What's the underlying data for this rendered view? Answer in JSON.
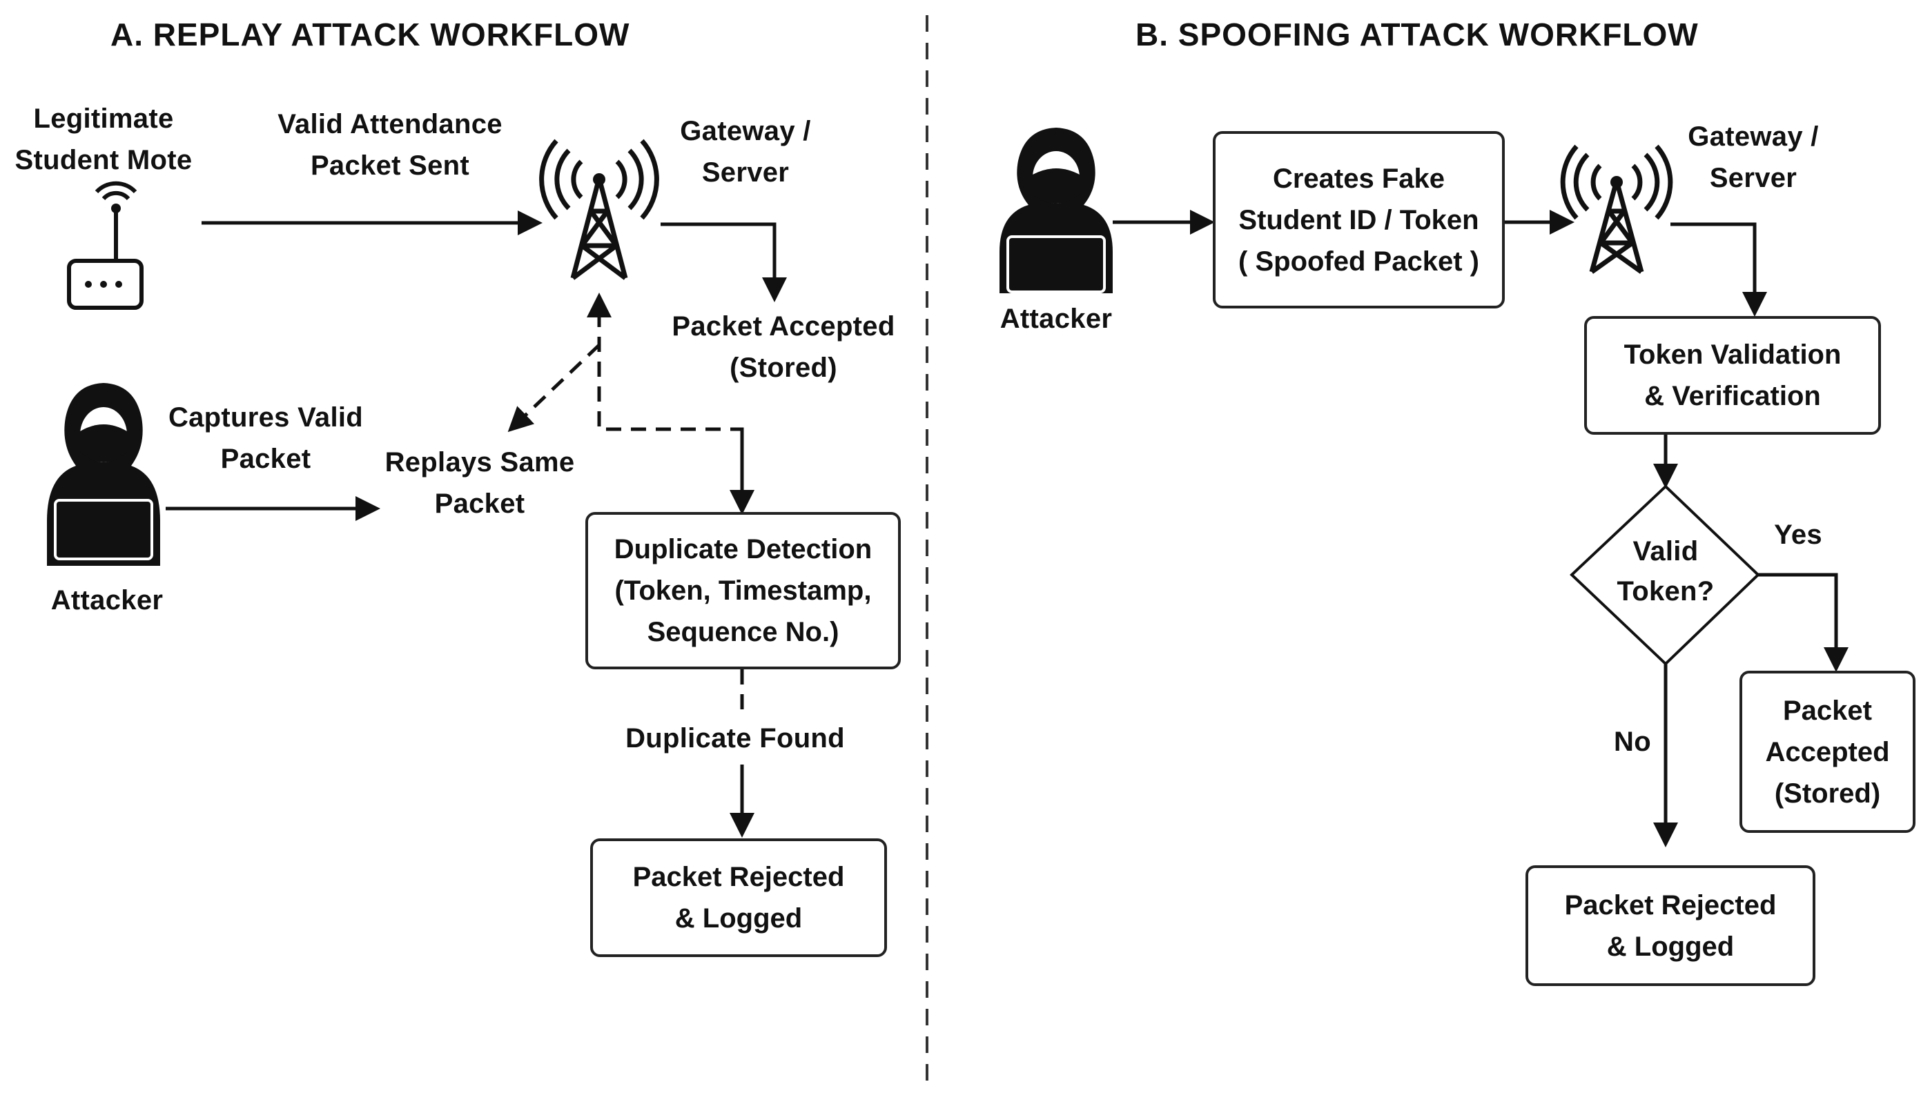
{
  "replay": {
    "heading": "A. REPLAY ATTACK WORKFLOW",
    "mote_label": [
      "Legitimate",
      "Student Mote"
    ],
    "valid_packet_label": [
      "Valid Attendance",
      "Packet Sent"
    ],
    "gateway_label": [
      "Gateway /",
      "Server"
    ],
    "accepted_label": [
      "Packet Accepted",
      "(Stored)"
    ],
    "captures_label": [
      "Captures Valid",
      "Packet"
    ],
    "replays_label": [
      "Replays Same",
      "Packet"
    ],
    "attacker_label": "Attacker",
    "duplicate_detection": [
      "Duplicate Detection",
      "(Token, Timestamp,",
      "Sequence No.)"
    ],
    "duplicate_found_label": "Duplicate Found",
    "rejected": [
      "Packet Rejected",
      "& Logged"
    ]
  },
  "spoof": {
    "heading": "B. SPOOFING ATTACK WORKFLOW",
    "attacker_label": "Attacker",
    "fake_box": [
      "Creates Fake",
      "Student ID / Token",
      "( Spoofed Packet )"
    ],
    "gateway_label": [
      "Gateway /",
      "Server"
    ],
    "validation_box": [
      "Token Validation",
      "& Verification"
    ],
    "decision": [
      "Valid",
      "Token?"
    ],
    "yes_label": "Yes",
    "no_label": "No",
    "accepted_box": [
      "Packet",
      "Accepted",
      "(Stored)"
    ],
    "rejected_box": [
      "Packet Rejected",
      "& Logged"
    ]
  },
  "colors": {
    "ink": "#111111",
    "line": "#222222",
    "background": "#ffffff"
  }
}
